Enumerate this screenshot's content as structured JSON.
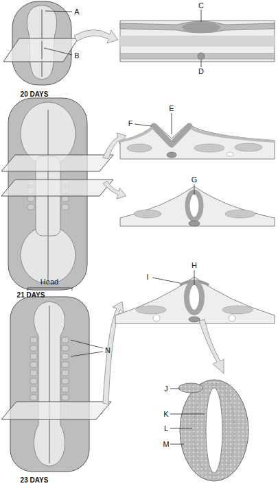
{
  "diagram": {
    "labels": [
      "A",
      "B",
      "20 DAYS",
      "C",
      "D",
      "F",
      "E",
      "21 DAYS",
      "G",
      "Head",
      "H",
      "I",
      "N",
      "23 DAYS",
      "J",
      "K",
      "L",
      "M"
    ]
  }
}
